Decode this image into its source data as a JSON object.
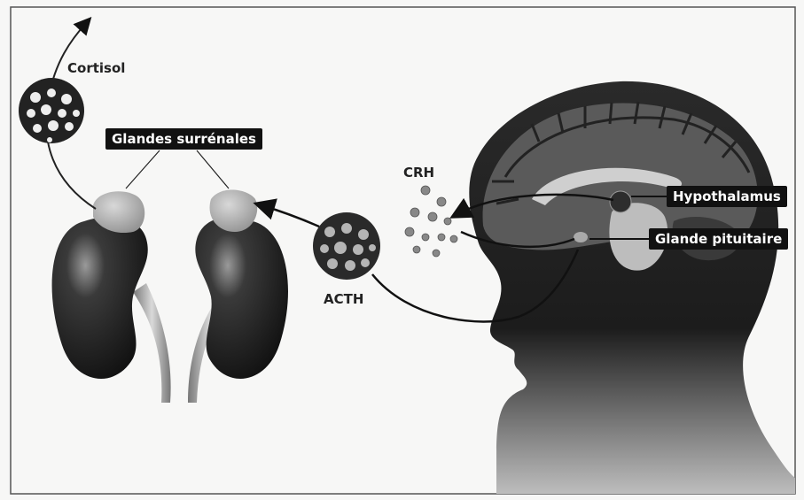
{
  "diagram": {
    "labels": {
      "cortisol": "Cortisol",
      "glandes_surrenales": "Glandes surrénales",
      "crh": "CRH",
      "acth": "ACTH",
      "hypothalamus": "Hypothalamus",
      "glande_pituitaire": "Glande pituitaire"
    }
  }
}
